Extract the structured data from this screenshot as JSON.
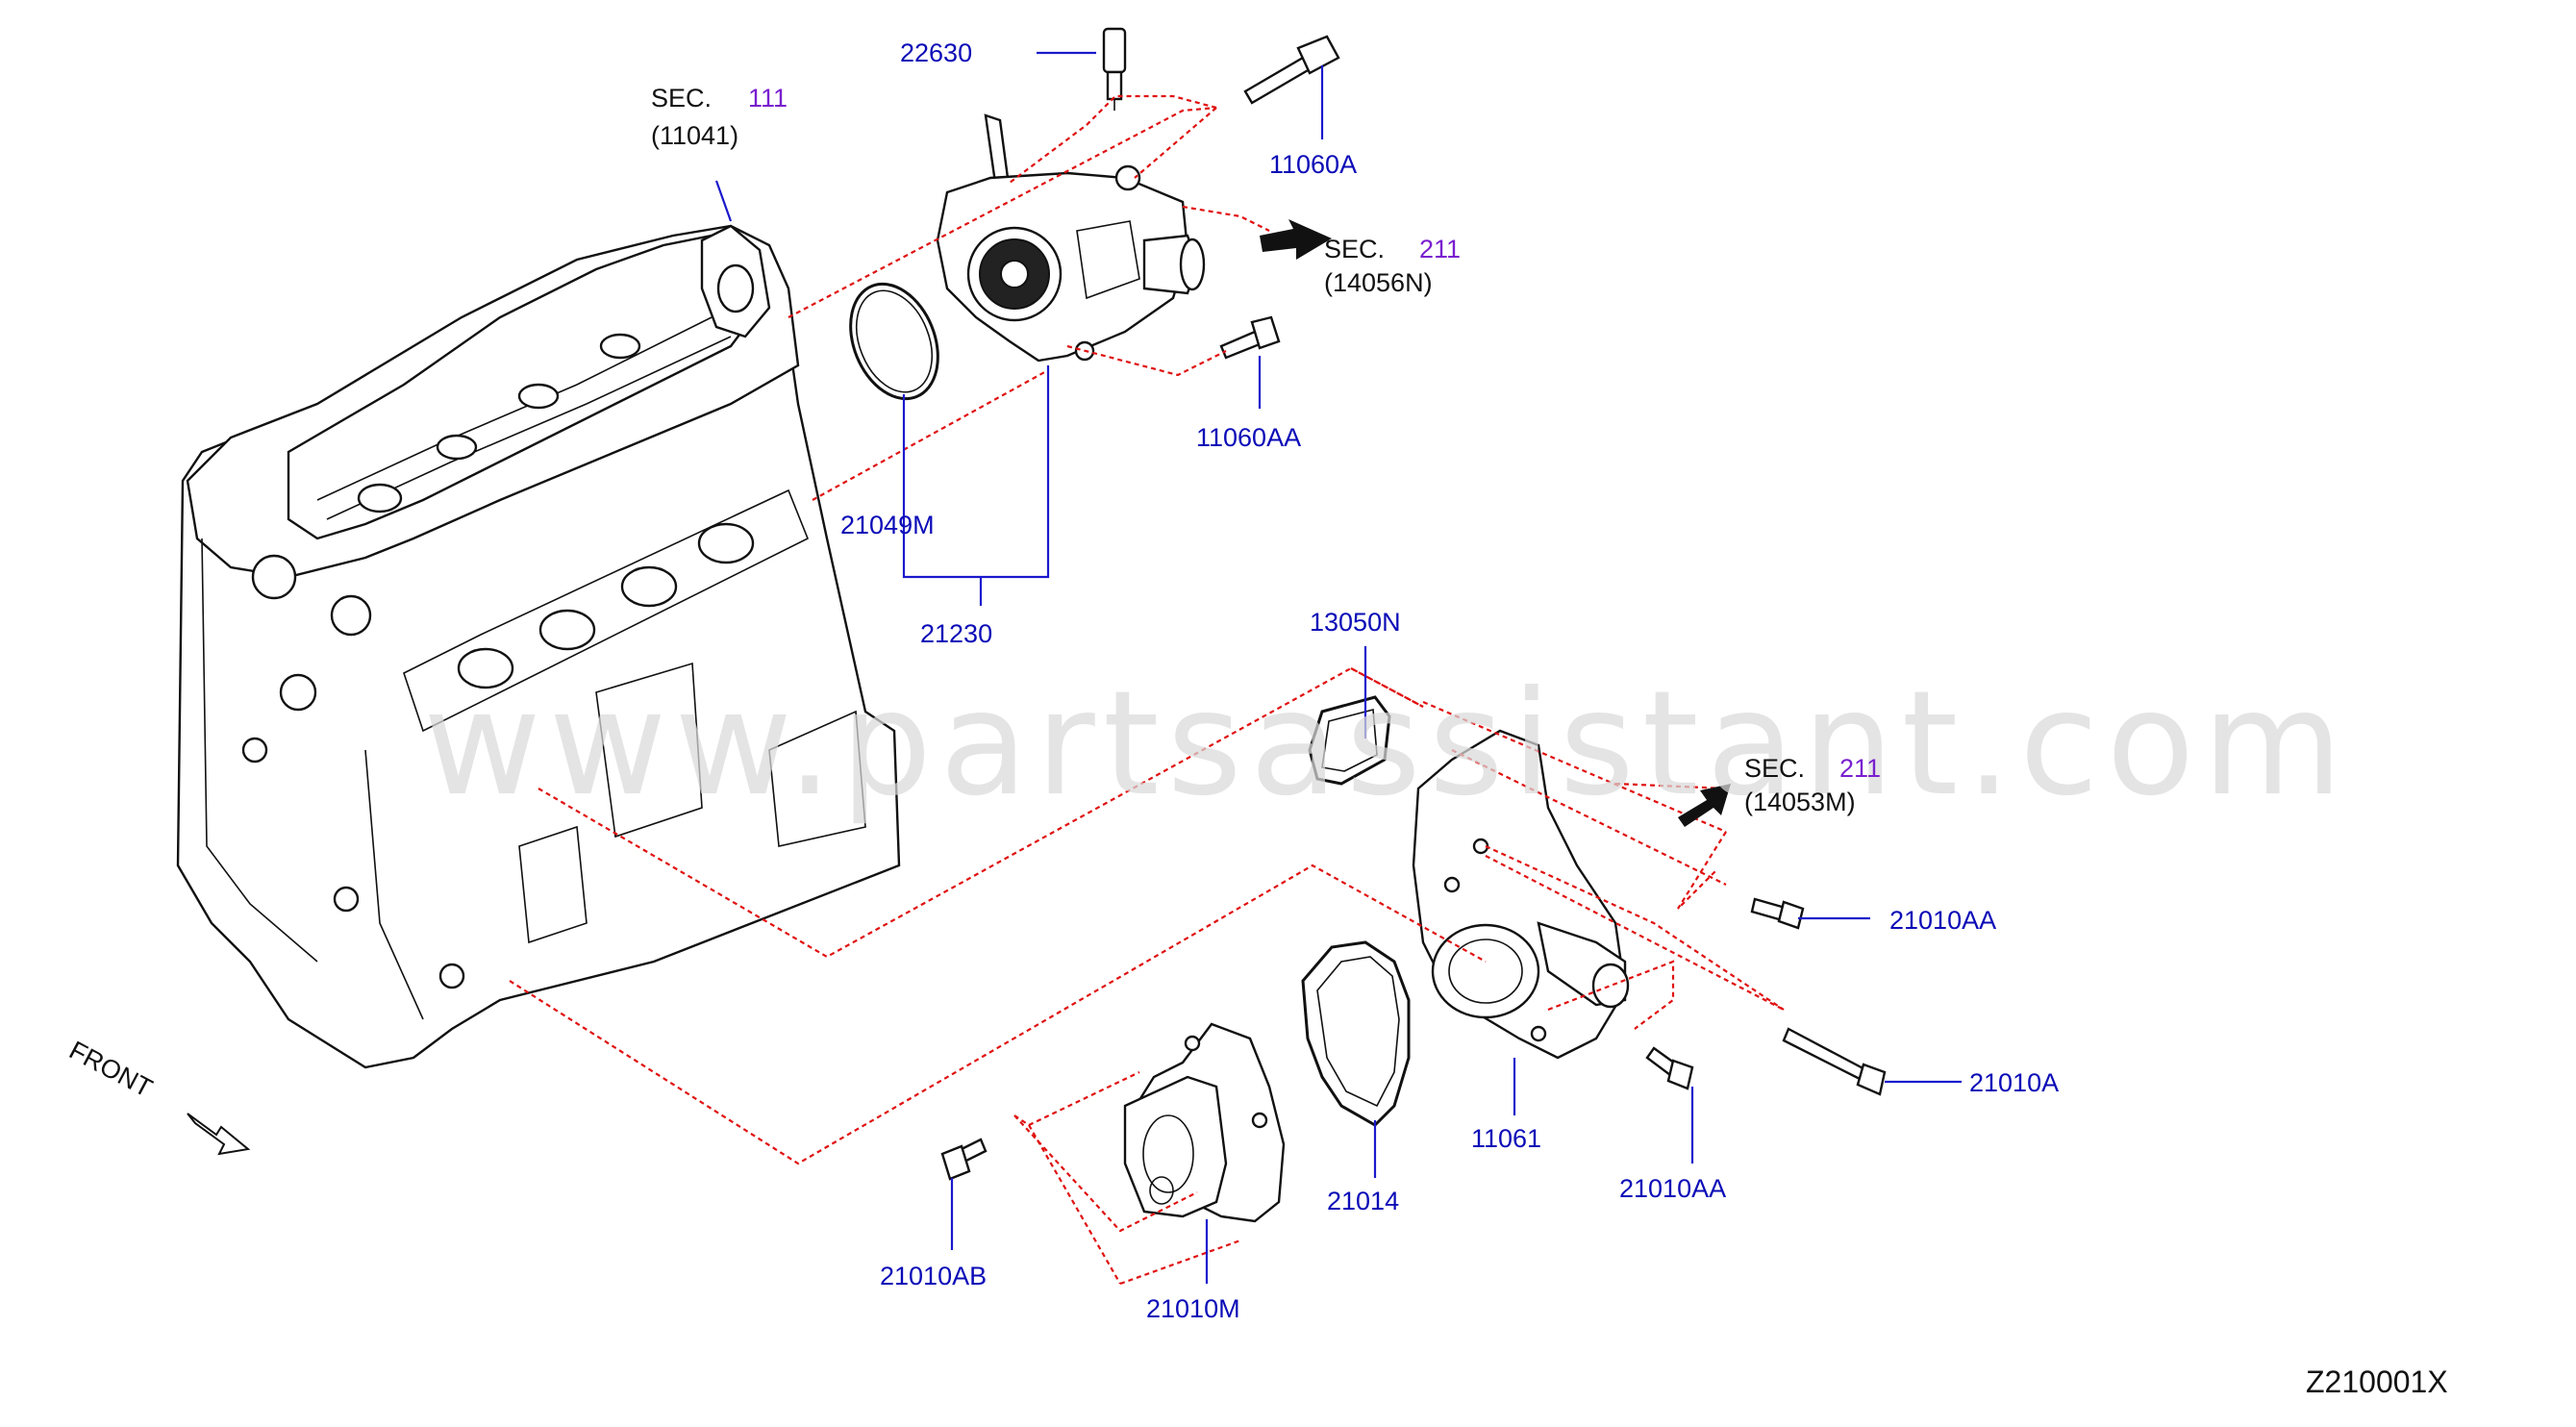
{
  "watermark": "www.partsassistant.com",
  "diagram_id": "Z210001X",
  "front_label": "FRONT",
  "sec_refs": [
    {
      "sec": "SEC.",
      "num": "111",
      "code": "(11041)"
    },
    {
      "sec": "SEC.",
      "num": "211",
      "code": "(14056N)"
    },
    {
      "sec": "SEC.",
      "num": "211",
      "code": "(14053M)"
    }
  ],
  "parts": [
    {
      "label": "22630"
    },
    {
      "label": "11060A"
    },
    {
      "label": "11060AA"
    },
    {
      "label": "21049M"
    },
    {
      "label": "21230"
    },
    {
      "label": "13050N"
    },
    {
      "label": "21010AA"
    },
    {
      "label": "21010A"
    },
    {
      "label": "11061"
    },
    {
      "label": "21010AA"
    },
    {
      "label": "21014"
    },
    {
      "label": "21010AB"
    },
    {
      "label": "21010M"
    }
  ],
  "colors": {
    "label": "#0b0bb8",
    "sec_number": "#7a1fd0",
    "guide_line": "#e01010",
    "watermark": "#d9d9d9"
  }
}
